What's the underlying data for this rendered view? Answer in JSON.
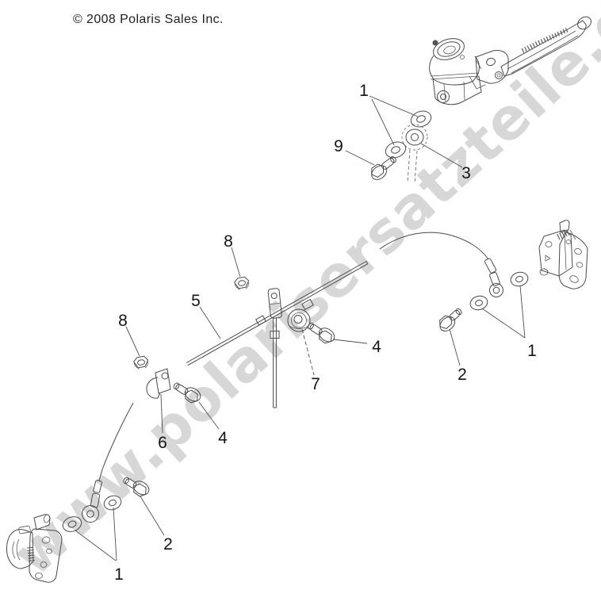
{
  "copyright": "© 2008 Polaris Sales Inc.",
  "watermark": {
    "text": "www.polarisersatzteile.de",
    "color": "#d7d7d7"
  },
  "colors": {
    "background": "#ffffff",
    "line_art": "#4a4a4a",
    "part_fill_light": "#ececec",
    "part_fill_mid": "#d9d9d9",
    "callout_text": "#141414"
  },
  "callouts": [
    {
      "label": "1"
    },
    {
      "label": "9"
    },
    {
      "label": "3"
    },
    {
      "label": "8"
    },
    {
      "label": "5"
    },
    {
      "label": "8"
    },
    {
      "label": "4"
    },
    {
      "label": "7"
    },
    {
      "label": "2"
    },
    {
      "label": "1"
    },
    {
      "label": "6"
    },
    {
      "label": "4"
    },
    {
      "label": "2"
    },
    {
      "label": "1"
    }
  ]
}
